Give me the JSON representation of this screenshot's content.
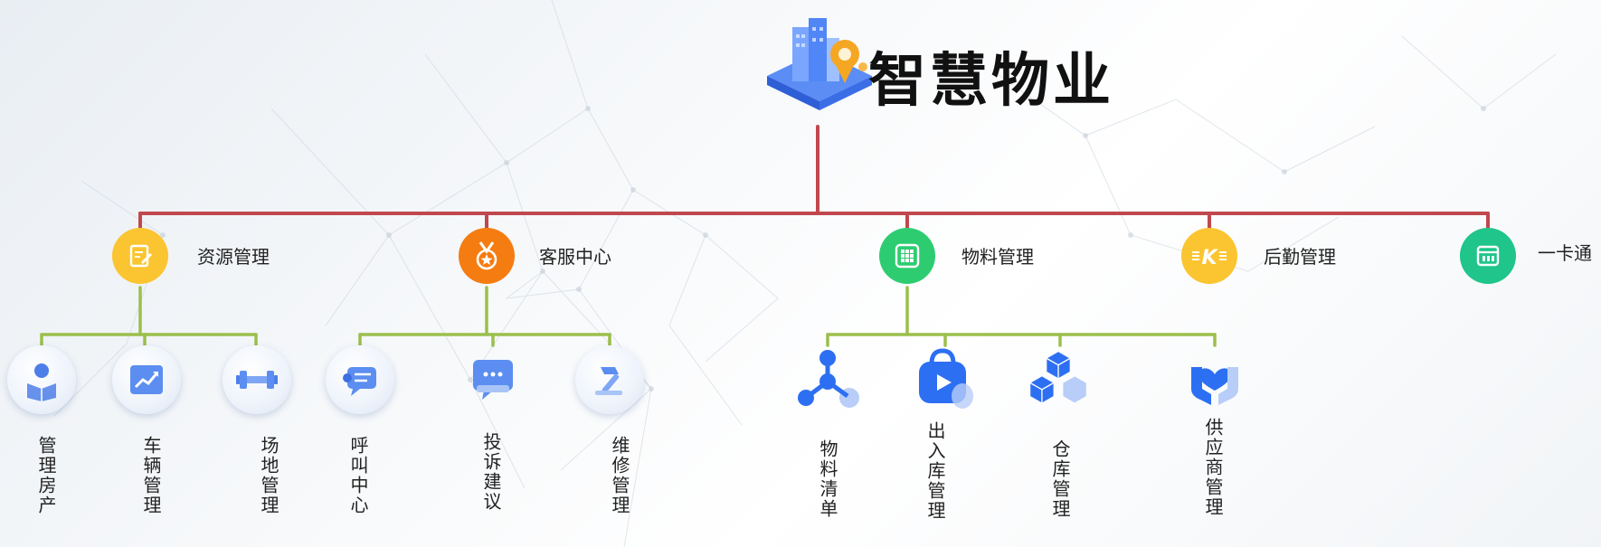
{
  "title": "智慧物业",
  "colors": {
    "connector_red": "#c0484e",
    "connector_green": "#9bbf4c",
    "yellow": "#fbc531",
    "orange": "#f57c10",
    "green": "#2ecc71",
    "teal": "#1fc58a",
    "icon_blue": "#2d6ff2"
  },
  "categories": [
    {
      "label": "资源管理",
      "icon": "document-edit-icon",
      "children": [
        {
          "label": "管理房产",
          "icon": "user-book-icon"
        },
        {
          "label": "车辆管理",
          "icon": "trend-chart-icon"
        },
        {
          "label": "场地管理",
          "icon": "dumbbell-icon"
        }
      ]
    },
    {
      "label": "客服中心",
      "icon": "medal-icon",
      "children": [
        {
          "label": "呼叫中心",
          "icon": "chat-bubble-icon"
        },
        {
          "label": "投诉建议",
          "icon": "message-dots-icon"
        },
        {
          "label": "维修管理",
          "icon": "hammer-icon"
        }
      ]
    },
    {
      "label": "物料管理",
      "icon": "grid-icon",
      "children": [
        {
          "label": "物料清单",
          "icon": "nodes-icon"
        },
        {
          "label": "出入库管理",
          "icon": "bag-play-icon"
        },
        {
          "label": "仓库管理",
          "icon": "boxes-icon"
        },
        {
          "label": "供应商管理",
          "icon": "heart-hand-icon"
        }
      ]
    },
    {
      "label": "后勤管理",
      "icon": "k-badge-icon",
      "children": []
    },
    {
      "label": "一卡通",
      "icon": "card-calendar-icon",
      "children": []
    }
  ]
}
